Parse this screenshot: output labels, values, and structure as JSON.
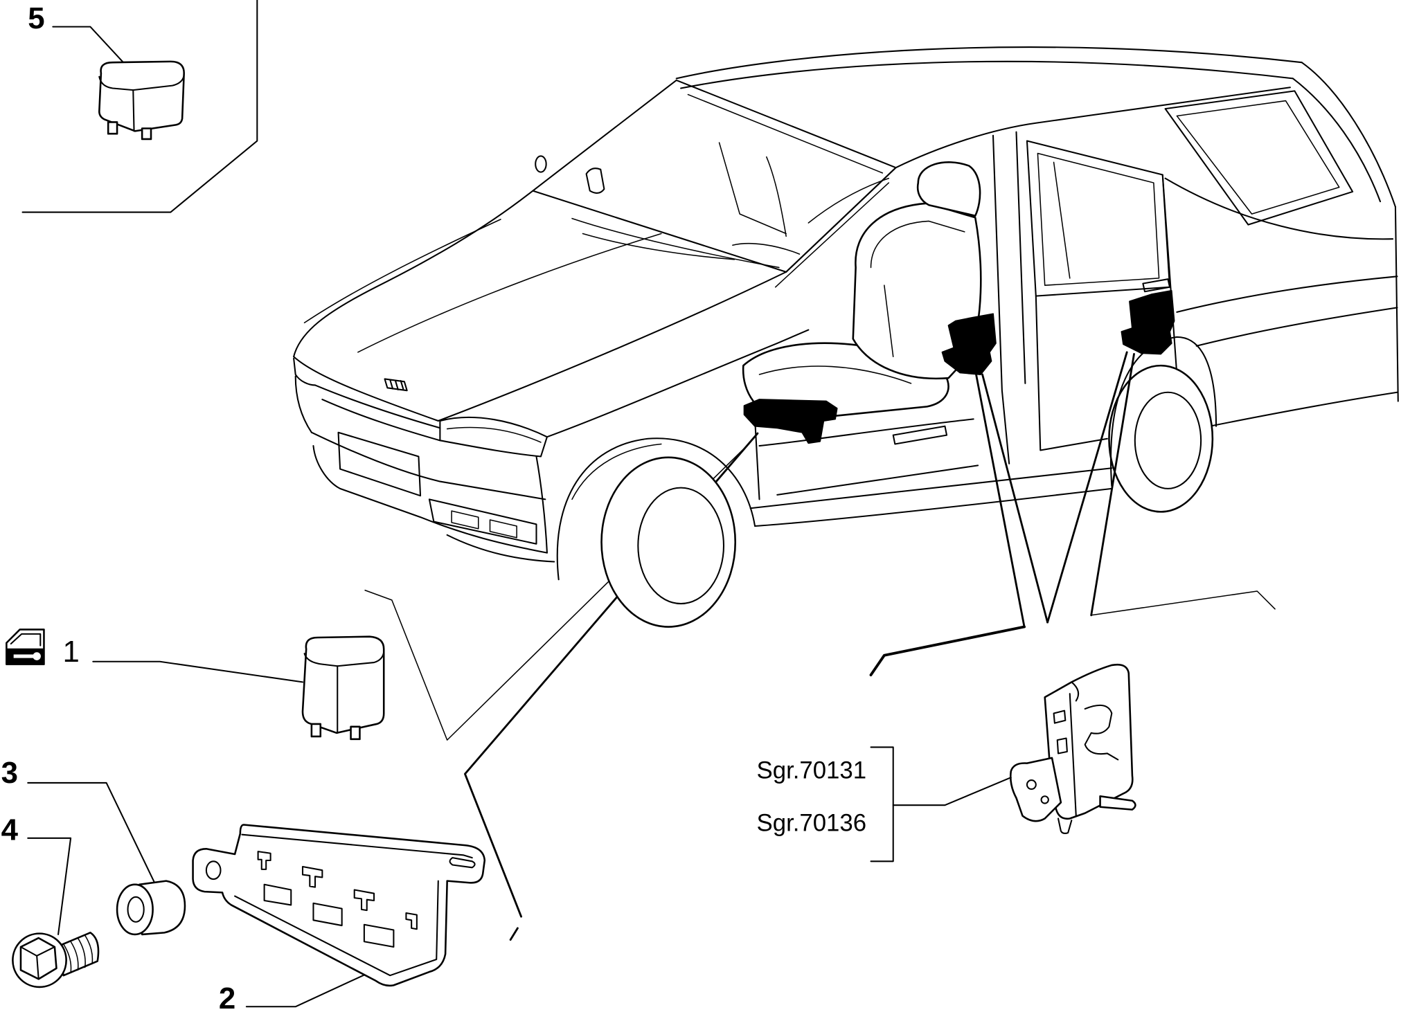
{
  "callouts": {
    "c5": "5",
    "c1": "1",
    "c3": "3",
    "c4": "4",
    "c2": "2"
  },
  "references": {
    "ref_1": "Sgr.70131",
    "ref_2": "Sgr.70136"
  },
  "icons": {
    "door_key": "door-key-icon"
  },
  "colors": {
    "line": "#000000",
    "highlight": "#000000",
    "background": "#ffffff"
  }
}
